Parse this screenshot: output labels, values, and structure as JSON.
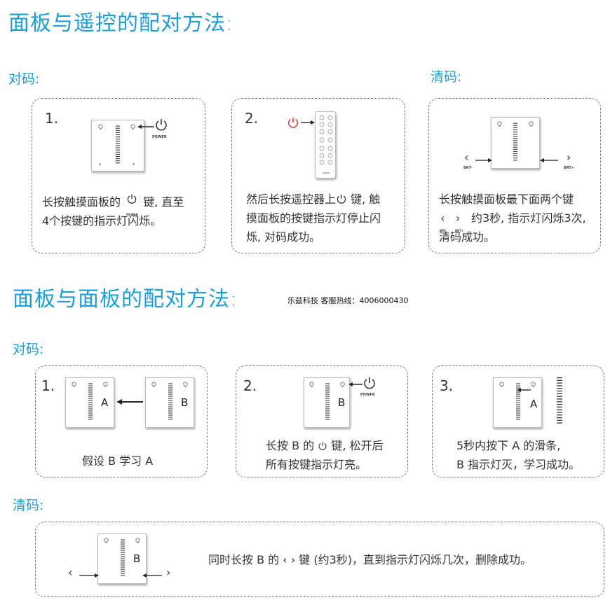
{
  "section1": {
    "title": "面板与遥控的配对方法:",
    "pair_label": "对码:",
    "clear_label": "清码:",
    "step1": {
      "num": "1.",
      "line1a": "长按触摸面板的",
      "line1b": "键, 直至",
      "line2": "4个按键的指示灯闪烁。",
      "power_caption": "POWER"
    },
    "step2": {
      "num": "2.",
      "line1a": "然后长按遥控器上",
      "line1b": "键, 触",
      "line2": "摸面板的按键指示灯停止闪",
      "line3": "烁, 对码成功。"
    },
    "clear": {
      "line1": "长按触摸面板最下面两个键",
      "line2b": "约3秒, 指示灯闪烁3次,",
      "line3": "清码成功。",
      "brt_minus": "BRT-",
      "brt_plus": "BRT+"
    }
  },
  "section2": {
    "title": "面板与面板的配对方法:",
    "hotline": "乐兹科技 客服热线：4006000430",
    "pair_label": "对码:",
    "clear_label": "清码:",
    "step1": {
      "num": "1.",
      "text": "假设 B 学习 A",
      "label_a": "A",
      "label_b": "B"
    },
    "step2": {
      "num": "2.",
      "line1": "长按 B 的",
      "line1b": "键, 松开后",
      "line2": "所有按键指示灯亮。",
      "label_b": "B",
      "power_caption": "POWER"
    },
    "step3": {
      "num": "3.",
      "line1": "5秒内按下 A 的滑条,",
      "line2": "B 指示灯灭，学习成功。",
      "label_a": "A"
    },
    "clear": {
      "text_a": "同时长按 B 的",
      "text_b": "键 (约3秒)，直到指示灯闪烁几次，删除成功。",
      "label_b": "B"
    }
  },
  "icons": {
    "power": "power-icon",
    "bulb": "bulb-icon",
    "chevron_left": "‹",
    "chevron_right": "›"
  },
  "colors": {
    "accent": "#1aa0d8",
    "red": "#e0342a"
  }
}
